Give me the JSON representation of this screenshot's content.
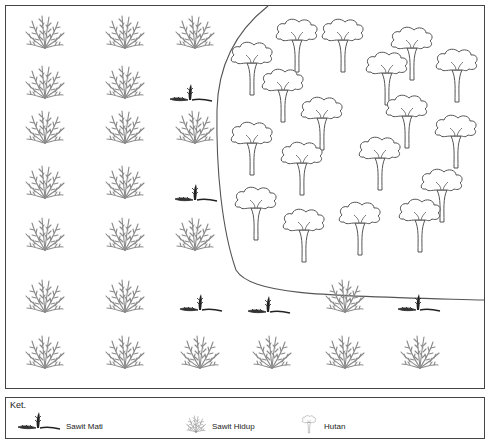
{
  "diagram": {
    "labels": [
      "Ket."
    ],
    "legend": [
      {
        "text": "Sawit Mati"
      },
      {
        "text": "Sawit Hidup"
      },
      {
        "text": "Hutan"
      }
    ]
  }
}
